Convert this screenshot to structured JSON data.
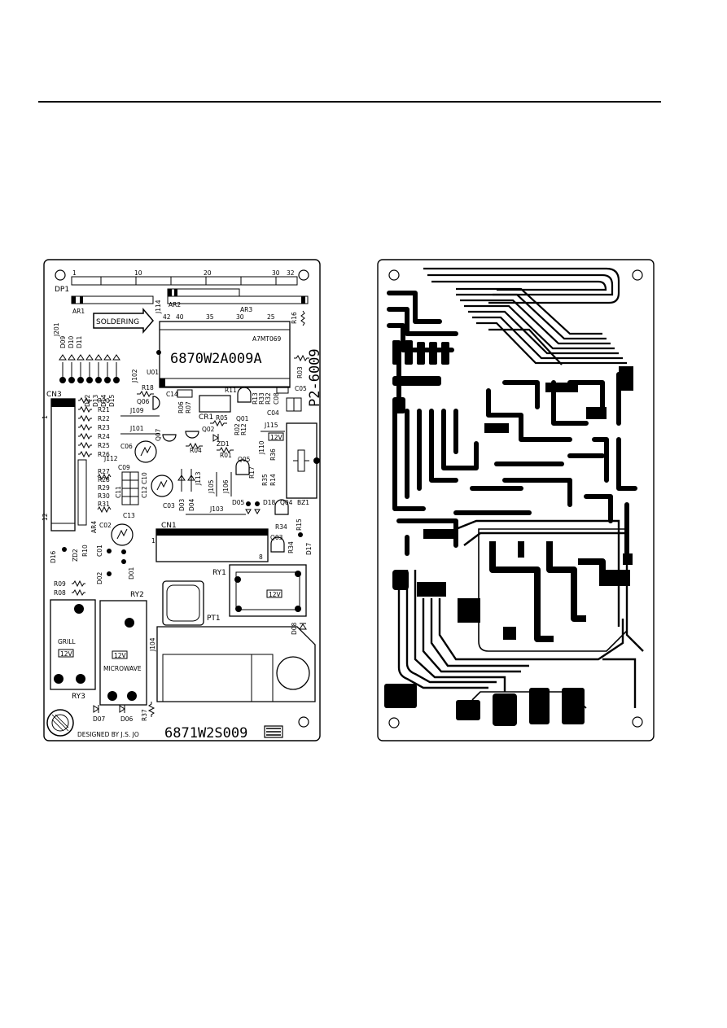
{
  "silkscreen": {
    "top_labels": {
      "dp1": "DP1",
      "ar1": "AR1",
      "ar2": "AR2",
      "ar3": "AR3",
      "j114": "J114",
      "j201": "J201",
      "j102": "J102",
      "u01": "U01",
      "r16": "R16",
      "r03": "R03"
    },
    "dp1_pins": [
      "1",
      "10",
      "20",
      "30",
      "32"
    ],
    "u01_pins": [
      "42",
      "40",
      "35",
      "30",
      "25"
    ],
    "soldering": "SOLDERING",
    "chip_code": "A7MT069",
    "chip_part": "6870W2A009A",
    "board_code": "P2-6009",
    "leds": [
      "D09",
      "D10",
      "D11",
      "D12",
      "D13",
      "D14",
      "D15"
    ],
    "cn3": "CN3",
    "cn3_pins": [
      "1",
      "12"
    ],
    "resistors_left": [
      "R20",
      "R21",
      "R22",
      "R23",
      "R24",
      "R25",
      "R26"
    ],
    "resistors_left2": [
      "R27",
      "R28",
      "R29",
      "R30",
      "R31"
    ],
    "caps_left": [
      "C09",
      "C11",
      "C12",
      "C10"
    ],
    "mid_labels": {
      "r18": "R18",
      "c14": "C14",
      "r06": "R06",
      "r07": "R07",
      "r11": "R11",
      "cr1": "CR1",
      "q06": "Q06",
      "j109": "J109",
      "j101": "J101",
      "q07": "Q07",
      "q02": "Q02",
      "r05": "R05",
      "q01": "Q01",
      "r13": "R13",
      "r33": "R33",
      "r32": "R32",
      "c08": "C08",
      "c05": "C05",
      "c04": "C04",
      "r02": "R02",
      "r12": "R12",
      "zd1": "ZD1",
      "r04": "R04",
      "r01": "R01",
      "j115": "J115",
      "j110": "J110",
      "c06": "C06",
      "j112": "J112",
      "c03": "C03",
      "d03": "D03",
      "d04": "D04",
      "j113": "J113",
      "j105": "J105",
      "j106": "J106",
      "q05": "Q05",
      "r17": "R17",
      "r35": "R35",
      "r36": "R36",
      "r14": "R14",
      "d05": "D05",
      "d18": "D18",
      "j103": "J103",
      "q04": "Q04",
      "bz1": "BZ1",
      "r34": "R34",
      "r15": "R15",
      "c13": "C13",
      "c02": "C02",
      "ar4": "AR4",
      "cn1": "CN1",
      "q03": "Q03",
      "r34b": "R34",
      "d17": "D17",
      "d16": "D16",
      "zd2": "ZD2",
      "r10": "R10",
      "c01": "C01",
      "d02": "D02",
      "d01": "D01",
      "r09": "R09",
      "r08": "R08",
      "ry2": "RY2",
      "ry1": "RY1",
      "pt1": "PT1",
      "j104": "J104",
      "d08": "D08",
      "ry3": "RY3",
      "d07": "D07",
      "d06": "D06",
      "r37": "R37"
    },
    "cn1_pins": [
      "1",
      "8"
    ],
    "relay_voltage": "12V",
    "grill": "GRILL",
    "microwave": "MICROWAVE",
    "designed_by": "DESIGNED BY J.S. JO",
    "board_part": "6871W2S009"
  },
  "colors": {
    "ink": "#000000",
    "paper": "#ffffff"
  }
}
